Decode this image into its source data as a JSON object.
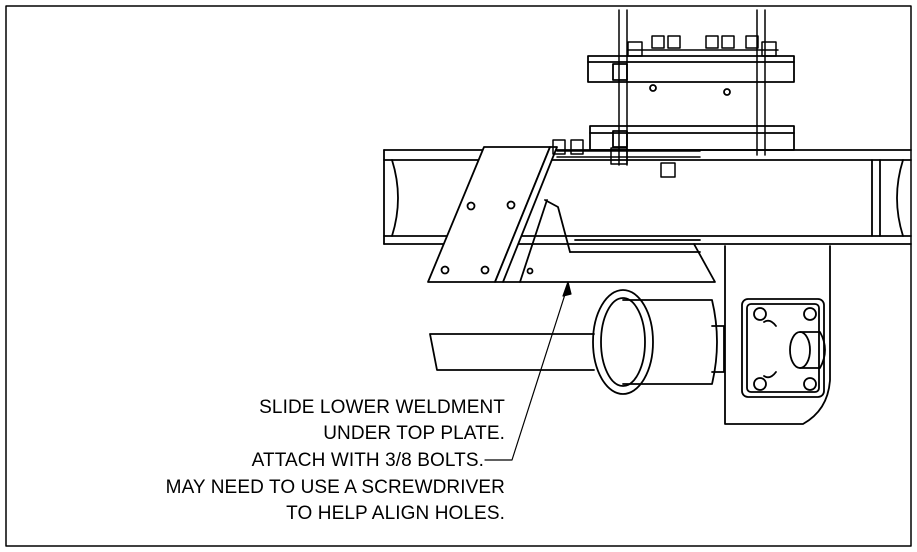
{
  "drawing": {
    "annotation": [
      "SLIDE LOWER WELDMENT",
      "UNDER TOP PLATE.",
      "ATTACH WITH 3/8 BOLTS.",
      "MAY NEED TO USE A SCREWDRIVER",
      "TO HELP ALIGN HOLES."
    ]
  }
}
